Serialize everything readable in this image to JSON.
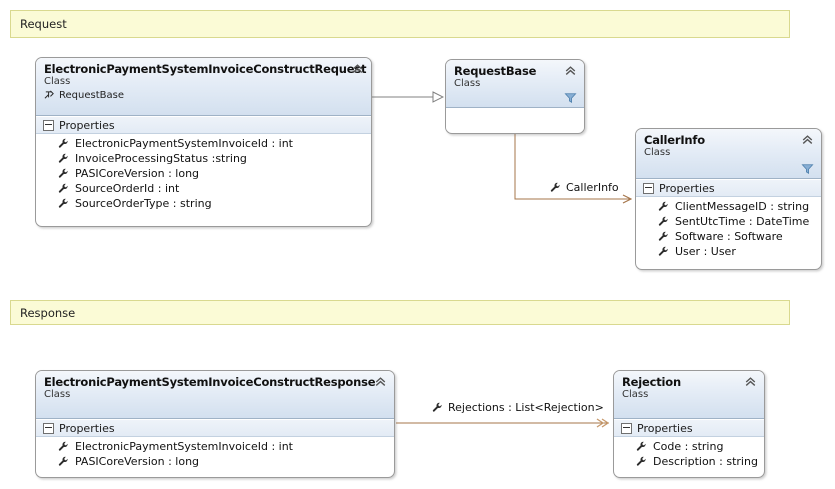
{
  "diagram": {
    "type": "uml-class-diagram",
    "background": "#ffffff",
    "accent_header": "#d3e0ef",
    "banner_fill": "#fbfbd6",
    "banner_border": "#d9d98f",
    "association_color": "#a5754a",
    "inheritance_color": "#808080"
  },
  "banners": [
    {
      "label": "Request"
    },
    {
      "label": "Response"
    }
  ],
  "classes": {
    "request_class": {
      "name": "ElectronicPaymentSystemInvoiceConstructRequest",
      "stereotype": "Class",
      "base": "RequestBase",
      "compartment": "Properties",
      "members": [
        "ElectronicPaymentSystemInvoiceId : int",
        "InvoiceProcessingStatus :string",
        "PASICoreVersion : long",
        "SourceOrderId : int",
        "SourceOrderType : string"
      ]
    },
    "request_base": {
      "name": "RequestBase",
      "stereotype": "Class",
      "members": []
    },
    "caller_info": {
      "name": "CallerInfo",
      "stereotype": "Class",
      "compartment": "Properties",
      "members": [
        "ClientMessageID : string",
        "SentUtcTime : DateTime",
        "Software : Software",
        "User : User"
      ]
    },
    "response_class": {
      "name": "ElectronicPaymentSystemInvoiceConstructResponse",
      "stereotype": "Class",
      "compartment": "Properties",
      "members": [
        "ElectronicPaymentSystemInvoiceId : int",
        "PASICoreVersion : long"
      ]
    },
    "rejection": {
      "name": "Rejection",
      "stereotype": "Class",
      "compartment": "Properties",
      "members": [
        "Code : string",
        "Description : string"
      ]
    }
  },
  "associations": [
    {
      "label": "CallerInfo",
      "from": "request_base",
      "to": "caller_info"
    },
    {
      "label": "Rejections : List<Rejection>",
      "from": "response_class",
      "to": "rejection"
    }
  ],
  "icons": {
    "collapse": "chevron-up-icon",
    "filter": "funnel-icon",
    "property": "wrench-icon",
    "inheritance": "inheritance-arrow-icon",
    "expander": "minus-box-icon"
  }
}
